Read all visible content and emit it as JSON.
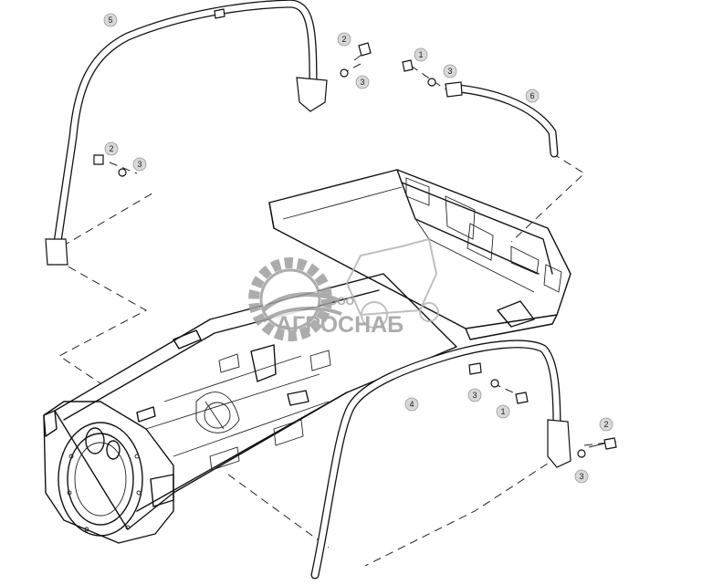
{
  "callouts": [
    {
      "label": "5"
    },
    {
      "label": "2"
    },
    {
      "label": "3"
    },
    {
      "label": "1"
    },
    {
      "label": "3"
    },
    {
      "label": "6"
    },
    {
      "label": "2"
    },
    {
      "label": "3"
    },
    {
      "label": "4"
    },
    {
      "label": "3"
    },
    {
      "label": "1"
    },
    {
      "label": "2"
    },
    {
      "label": "3"
    }
  ],
  "watermark": {
    "prefix": "ООО",
    "brand": "АГРОСНАБ",
    "colors": {
      "mark": "#9e9e9e"
    }
  },
  "icons": {
    "watermark_emblem": "gear-combine-logo-icon"
  }
}
